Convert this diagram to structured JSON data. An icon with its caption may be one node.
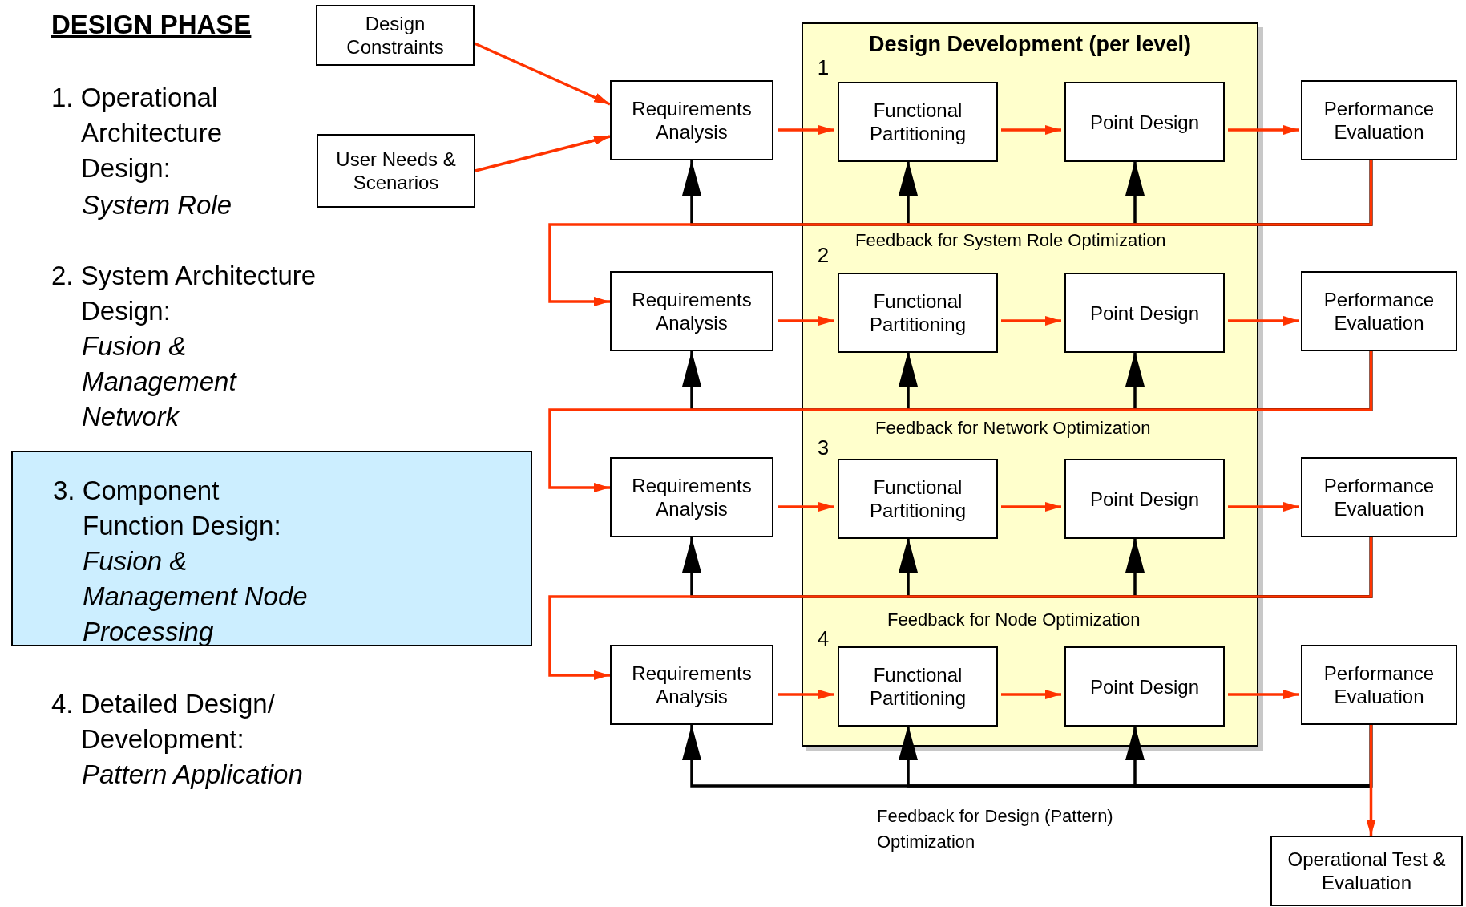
{
  "diagram": {
    "title": "DESIGN PHASE",
    "nodes": [
      {
        "text": [
          "Design Constraints"
        ]
      },
      {
        "text": [
          "User Needs & Scenarios"
        ]
      },
      {
        "text": [
          "Design Development (per level)"
        ]
      },
      {
        "text": [
          "Requirements Analysis"
        ]
      },
      {
        "text": [
          "Functional Partitioning"
        ],
        "in": 2
      },
      {
        "text": [
          "Point Design"
        ],
        "in": 2
      },
      {
        "text": [
          "Performance Evaluation"
        ]
      },
      {
        "text": [
          "Requirements Analysis"
        ]
      },
      {
        "text": [
          "Functional Partitioning"
        ],
        "in": 2
      },
      {
        "text": [
          "Point Design"
        ],
        "in": 2
      },
      {
        "text": [
          "Performance Evaluation"
        ]
      },
      {
        "text": [
          "3. Component Function Design:",
          "Fusion & Management Node Processing"
        ]
      },
      {
        "text": [
          "Requirements Analysis"
        ]
      },
      {
        "text": [
          "Functional Partitioning"
        ],
        "in": 2
      },
      {
        "text": [
          "Point Design"
        ],
        "in": 2
      },
      {
        "text": [
          "Performance Evaluation"
        ]
      },
      {
        "text": [
          "Requirements Analysis"
        ]
      },
      {
        "text": [
          "Functional Partitioning"
        ],
        "in": 2
      },
      {
        "text": [
          "Point Design"
        ],
        "in": 2
      },
      {
        "text": [
          "Performance Evaluation"
        ]
      },
      {
        "text": [
          "Operational Test & Evaluation"
        ]
      }
    ],
    "edges": [
      {
        "from": 0,
        "to": 3,
        "arrow": "to"
      },
      {
        "from": 1,
        "to": 3,
        "arrow": "to"
      },
      {
        "from": 3,
        "to": 4,
        "arrow": "to"
      },
      {
        "from": 4,
        "to": 5,
        "arrow": "to"
      },
      {
        "from": 5,
        "to": 6,
        "arrow": "to"
      },
      {
        "from": 6,
        "to": 3,
        "arrow": "to",
        "color": "#000000"
      },
      {
        "from": 6,
        "to": 4,
        "arrow": "to",
        "color": "#000000"
      },
      {
        "from": 6,
        "to": 5,
        "arrow": "to",
        "color": "#000000"
      },
      {
        "from": 6,
        "to": 7,
        "arrow": "to",
        "label": "Feedback for System Role Optimization"
      },
      {
        "from": 7,
        "to": 8,
        "arrow": "to"
      },
      {
        "from": 8,
        "to": 9,
        "arrow": "to"
      },
      {
        "from": 9,
        "to": 10,
        "arrow": "to"
      },
      {
        "from": 10,
        "to": 7,
        "arrow": "to",
        "color": "#000000"
      },
      {
        "from": 10,
        "to": 8,
        "arrow": "to",
        "color": "#000000"
      },
      {
        "from": 10,
        "to": 9,
        "arrow": "to",
        "color": "#000000"
      },
      {
        "from": 10,
        "to": 12,
        "arrow": "to",
        "label": "Feedback for Network Optimization"
      },
      {
        "from": 12,
        "to": 13,
        "arrow": "to"
      },
      {
        "from": 13,
        "to": 14,
        "arrow": "to"
      },
      {
        "from": 14,
        "to": 15,
        "arrow": "to"
      },
      {
        "from": 15,
        "to": 12,
        "arrow": "to",
        "color": "#000000"
      },
      {
        "from": 15,
        "to": 13,
        "arrow": "to",
        "color": "#000000"
      },
      {
        "from": 15,
        "to": 14,
        "arrow": "to",
        "color": "#000000"
      },
      {
        "from": 15,
        "to": 16,
        "arrow": "to",
        "label": "Feedback for Node Optimization"
      },
      {
        "from": 16,
        "to": 17,
        "arrow": "to"
      },
      {
        "from": 17,
        "to": 18,
        "arrow": "to"
      },
      {
        "from": 18,
        "to": 19,
        "arrow": "to"
      },
      {
        "from": 19,
        "to": 16,
        "arrow": "to",
        "color": "#000000",
        "label": "Feedback for Design (Pattern) Optimization"
      },
      {
        "from": 19,
        "to": 17,
        "arrow": "to",
        "color": "#000000"
      },
      {
        "from": 19,
        "to": 18,
        "arrow": "to",
        "color": "#000000"
      },
      {
        "from": 19,
        "to": 20,
        "arrow": "to"
      }
    ],
    "labels": [
      "1. Operational Architecture Design:",
      "System Role",
      "2. System Architecture Design:",
      "Fusion & Management Network",
      "4. Detailed Design/ Development:",
      "Pattern Application",
      "1",
      "2",
      "3",
      "4"
    ]
  }
}
